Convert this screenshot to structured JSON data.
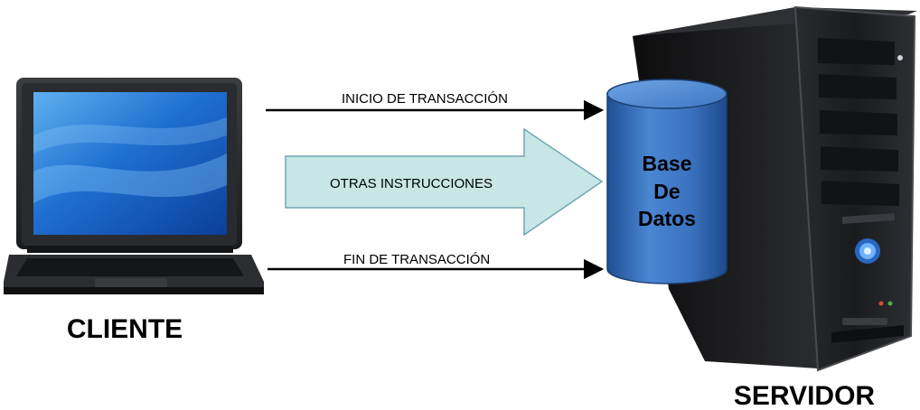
{
  "client": {
    "label": "CLIENTE"
  },
  "server": {
    "label": "SERVIDOR"
  },
  "database": {
    "lines": [
      "Base",
      "De",
      "Datos"
    ]
  },
  "arrows": {
    "start": "INICIO DE TRANSACCIÓN",
    "middle": "OTRAS INSTRUCCIONES",
    "end": "FIN DE TRANSACCIÓN"
  },
  "colors": {
    "arrow_fill": "#c8e6e6",
    "arrow_stroke": "#6fa6b4",
    "cylinder": "#3d79c7",
    "screen": "#1f6fd0"
  }
}
